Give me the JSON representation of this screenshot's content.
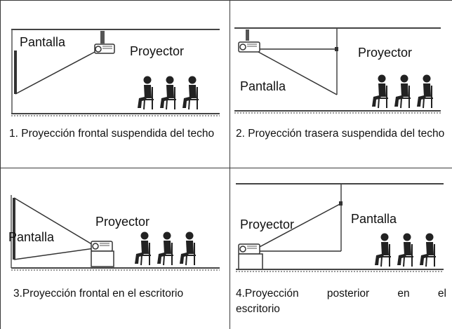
{
  "panels": [
    {
      "screen_label": "Pantalla",
      "projector_label": "Proyector",
      "caption": "1. Proyección frontal suspendida del techo"
    },
    {
      "screen_label": "Pantalla",
      "projector_label": "Proyector",
      "caption": "2. Proyección trasera suspendida del techo"
    },
    {
      "screen_label": "Pantalla",
      "projector_label": "Proyector",
      "caption": "3.Proyección frontal en el escritorio"
    },
    {
      "screen_label": "Pantalla",
      "projector_label": "Proyector",
      "caption_line1_words": [
        "4.Proyección",
        "posterior",
        "en",
        "el"
      ],
      "caption_line2": "escritorio"
    }
  ]
}
